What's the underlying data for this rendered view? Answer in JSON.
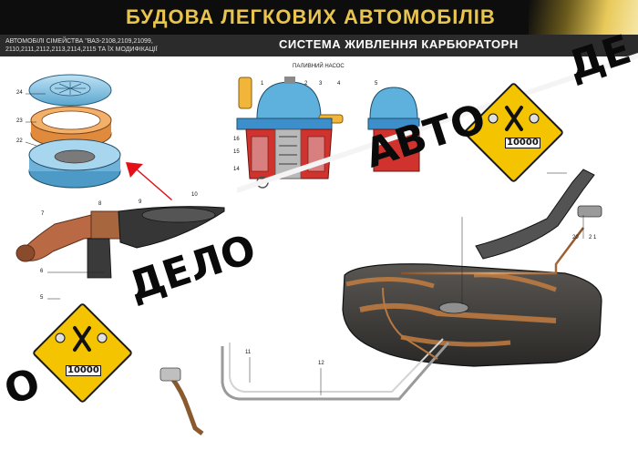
{
  "header": {
    "title": "БУДОВА ЛЕГКОВИХ АВТОМОБІЛІВ",
    "series": "АВТОМОБІЛІ СІМЕЙСТВА \"ВАЗ-2108,2109,21099, 2110,2111,2112,2113,2114,2115 ТА ЇХ МОДИФІКАЦІЇ",
    "system_title": "СИСТЕМА ЖИВЛЕННЯ КАРБЮРАТОРН"
  },
  "pump": {
    "title": "ПАЛИВНИЙ НАСОС"
  },
  "watermarks": {
    "avto": "АВТО",
    "delo": "ДЕЛО",
    "delo_top": "ДЕ",
    "delo_left": "О",
    "counter": "10000"
  },
  "callouts": {
    "c24": "24",
    "c23": "23",
    "c22": "22",
    "c7": "7",
    "c8": "8",
    "c9": "9",
    "c10": "10",
    "c6": "6",
    "c5": "5",
    "p1": "1",
    "p2": "2",
    "p3": "3",
    "p4": "4",
    "p5": "5",
    "p16": "16",
    "p15": "15",
    "p14": "14",
    "r20": "20",
    "r21": "2 1",
    "c11": "11",
    "c12": "12"
  },
  "colors": {
    "header_bg": "#0d0d0d",
    "title": "#e9c54e",
    "badge": "#f5c400",
    "tank": "#3c3a38",
    "copper": "#b87842"
  }
}
